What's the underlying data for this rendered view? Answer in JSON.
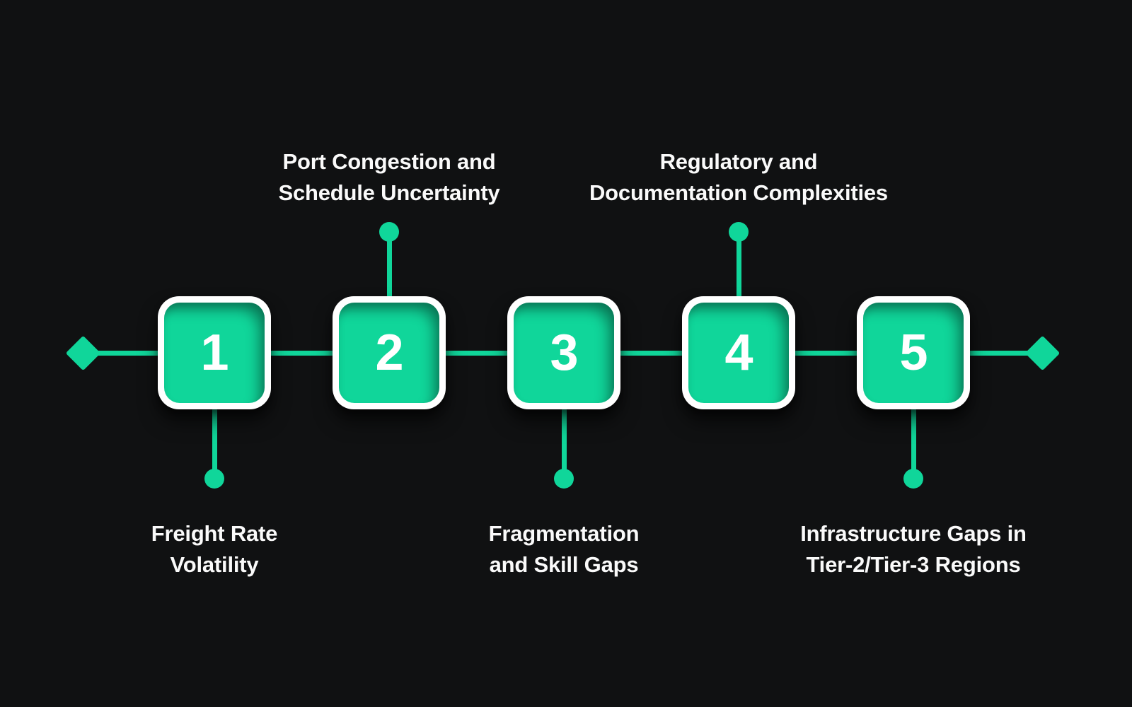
{
  "theme": {
    "background": "#101112",
    "accent": "#10d69a",
    "text": "#fafafa",
    "square_border": "#ffffff",
    "number_color": "#ffffff"
  },
  "diagram": {
    "type": "horizontal-timeline",
    "endpoints": {
      "start": "diamond",
      "end": "diamond"
    },
    "steps": [
      {
        "number": "1",
        "label": "Freight Rate\nVolatility",
        "label_position": "below"
      },
      {
        "number": "2",
        "label": "Port Congestion and\nSchedule Uncertainty",
        "label_position": "above"
      },
      {
        "number": "3",
        "label": "Fragmentation\nand Skill Gaps",
        "label_position": "below"
      },
      {
        "number": "4",
        "label": "Regulatory and\nDocumentation Complexities",
        "label_position": "above"
      },
      {
        "number": "5",
        "label": "Infrastructure Gaps in\nTier-2/Tier-3 Regions",
        "label_position": "below"
      }
    ]
  }
}
